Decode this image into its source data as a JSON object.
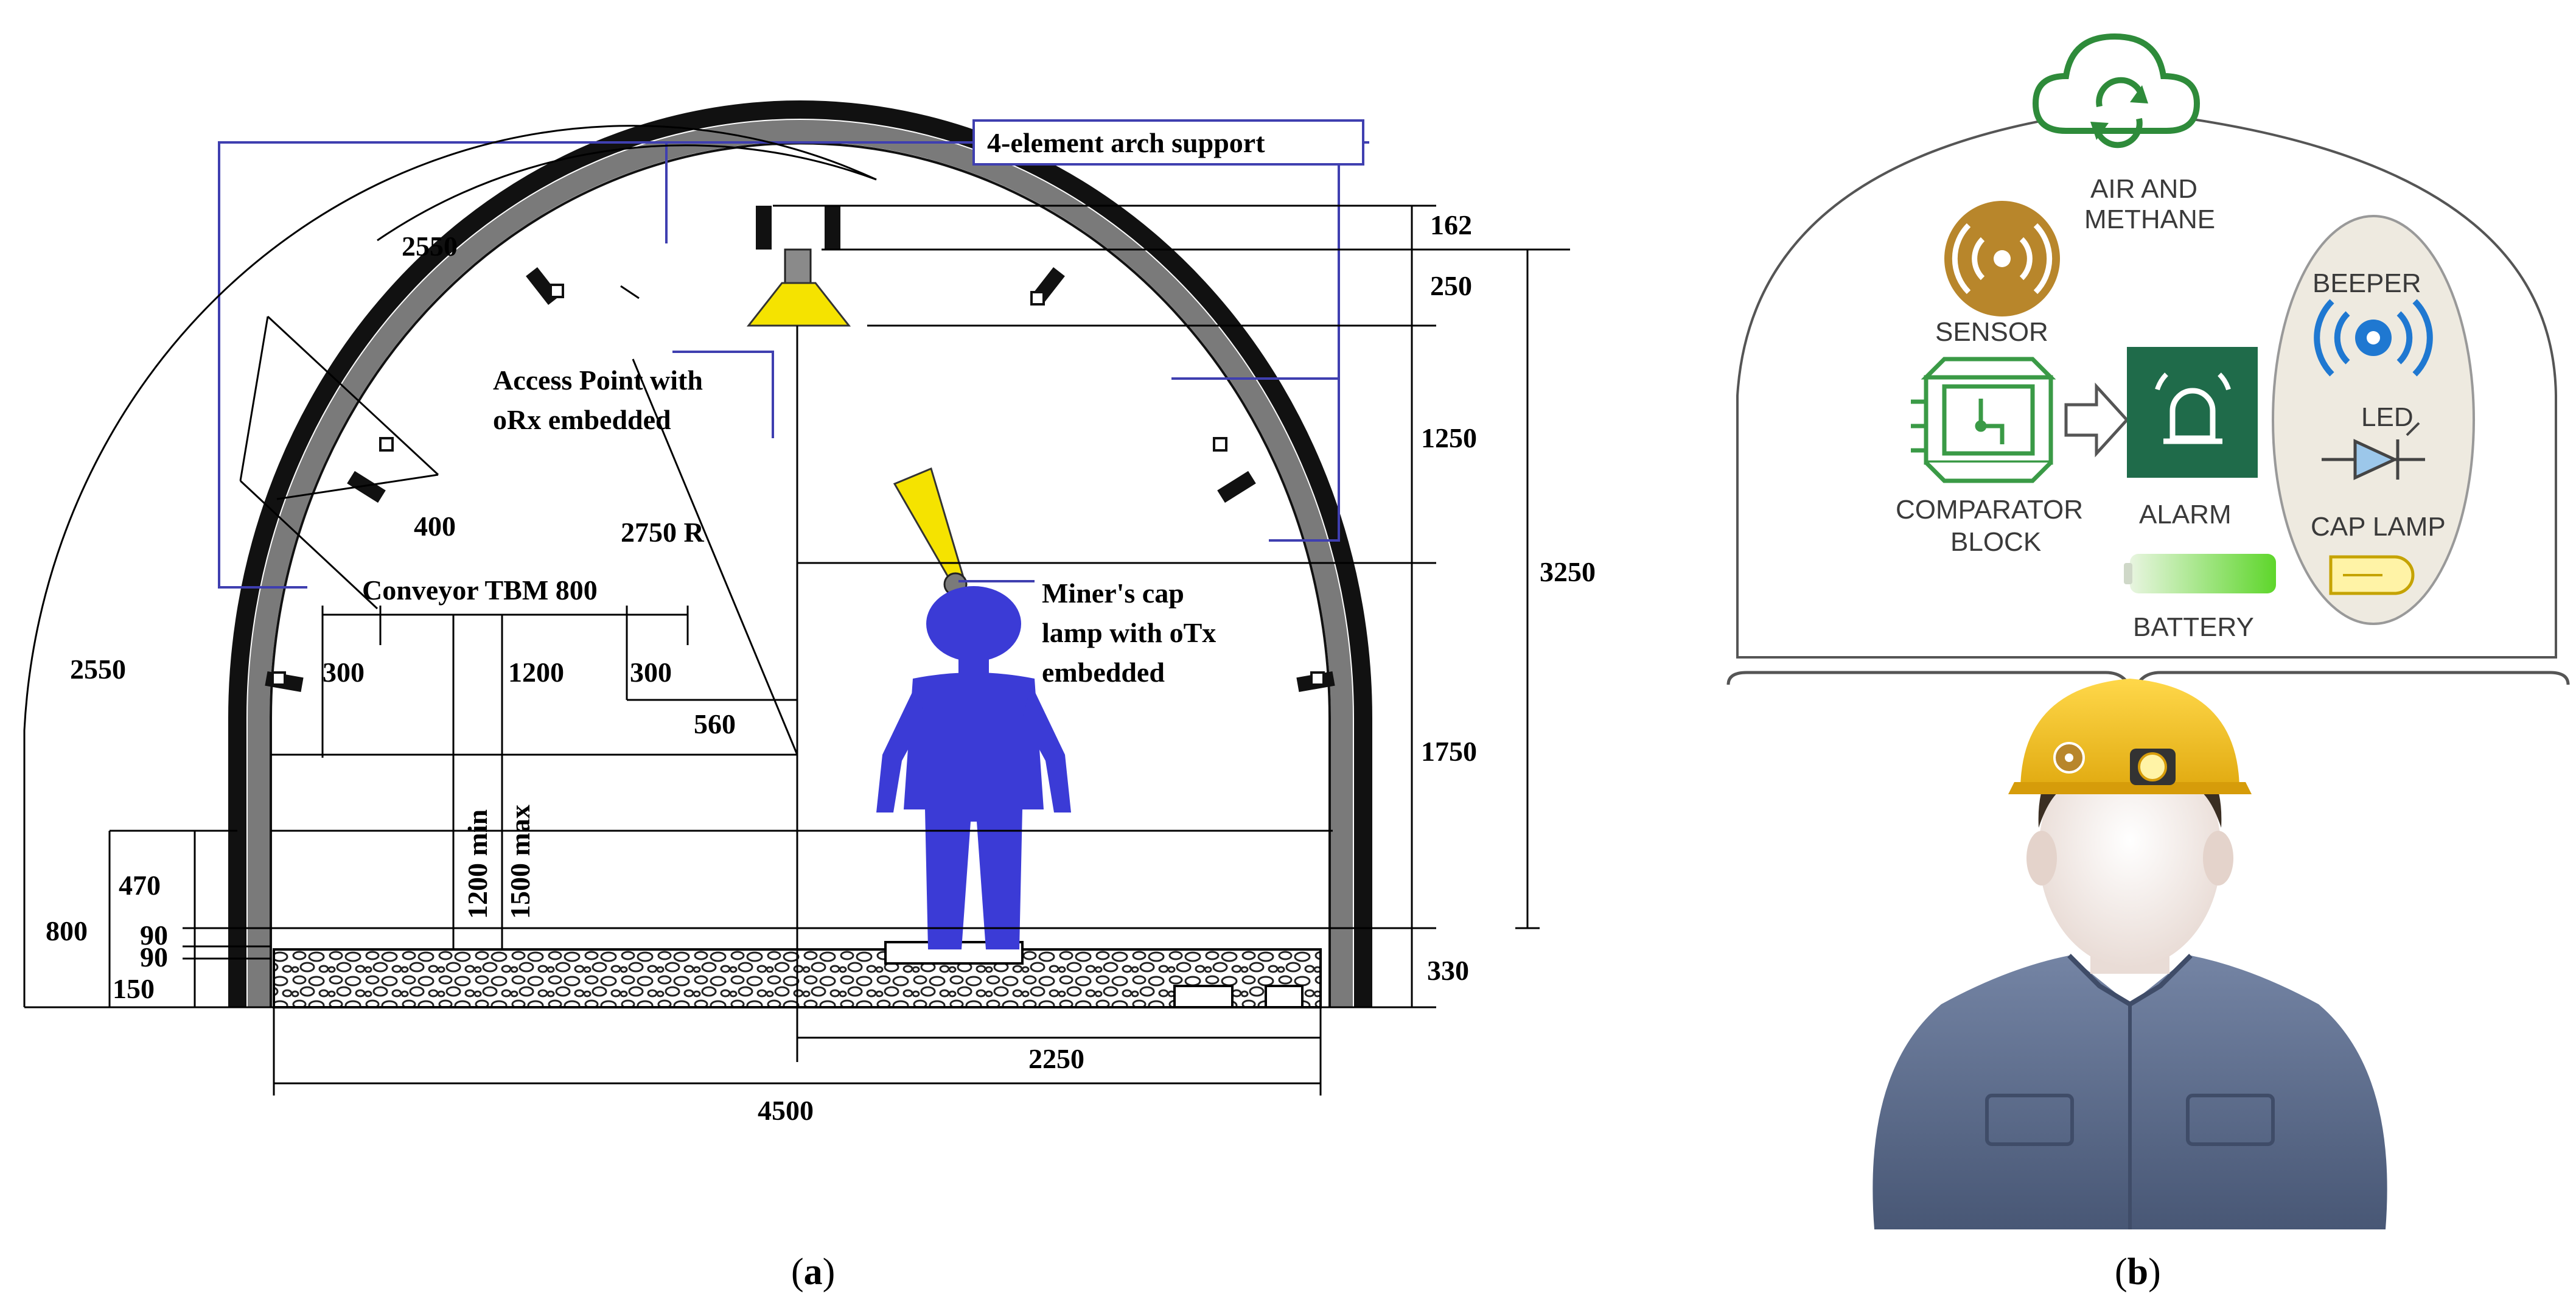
{
  "panel_a": {
    "labels": {
      "arch_support": "4-element arch support",
      "access_point_1": "Access Point with",
      "access_point_2": "oRx embedded",
      "conveyor": "Conveyor TBM 800",
      "cap_lamp_1": "Miner's cap",
      "cap_lamp_2": "lamp with oTx",
      "cap_lamp_3": "embedded"
    },
    "dimensions": {
      "arc_top": "2550",
      "arc_left": "2550",
      "segment": "400",
      "radius": "2750 R",
      "conv_300_left": "300",
      "conv_1200": "1200",
      "conv_300_right": "300",
      "offset_560": "560",
      "min_height": "1200 min",
      "max_height": "1500 max",
      "d_470": "470",
      "d_90_a": "90",
      "d_90_b": "90",
      "d_150": "150",
      "d_800": "800",
      "d_162": "162",
      "d_250": "250",
      "d_1250": "1250",
      "d_1750": "1750",
      "d_330": "330",
      "d_3250": "3250",
      "d_2250": "2250",
      "d_4500": "4500"
    },
    "caption": {
      "open": "(",
      "letter": "a",
      "close": ")"
    }
  },
  "panel_b": {
    "labels": {
      "air_1": "AIR AND",
      "air_2": "METHANE",
      "sensor": "SENSOR",
      "beeper": "BEEPER",
      "led": "LED",
      "comparator_1": "COMPARATOR",
      "comparator_2": "BLOCK",
      "alarm": "ALARM",
      "cap_lamp": "CAP LAMP",
      "battery": "BATTERY"
    },
    "caption": {
      "open": "(",
      "letter": "b",
      "close": ")"
    }
  },
  "colors": {
    "arch": "#111111",
    "arch_segment": "#7a7a7a",
    "lamp_yellow": "#f5e300",
    "miner_blue": "#3b3bd6",
    "leader_blue": "#3f3fb0",
    "cloud_green": "#2e8b3a",
    "sensor_gold": "#b8862b",
    "alarm_green": "#1f6b4a",
    "beeper_blue": "#1f78d1",
    "led_blue": "#9cc7ea",
    "battery_green": "#5ed62b",
    "helmet_yellow": "#f2c21a",
    "shirt_blue": "#5e6f8f"
  }
}
